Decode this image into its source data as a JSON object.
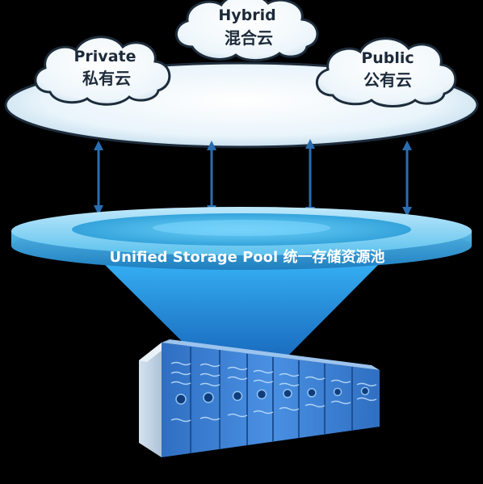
{
  "clouds": {
    "private": {
      "en": "Private",
      "zh": "私有云"
    },
    "hybrid": {
      "en": "Hybrid",
      "zh": "混合云"
    },
    "public": {
      "en": "Public",
      "zh": "公有云"
    }
  },
  "pool": {
    "label": "Unified Storage Pool 统一存储资源池"
  },
  "colors": {
    "background": "#000000",
    "cloud_disc": "#e8f3fa",
    "pool_disc": "#46b3e6",
    "beam": "#2fa9f2",
    "arrow": "#2a6db0",
    "server": "#3b7fd0"
  },
  "icons": {
    "arrows": "double-arrow-icon",
    "server": "server-rack-icon"
  }
}
